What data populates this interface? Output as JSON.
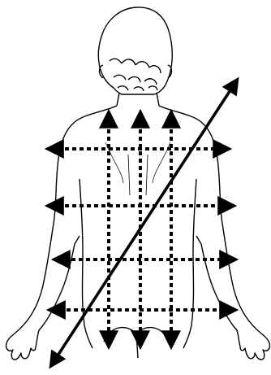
{
  "figure": {
    "subject": "back-view-human-figure",
    "colors": {
      "background": "#ffffff",
      "outline": "#000000",
      "arrows": "#000000"
    },
    "marks": {
      "horizontal_dotted_arrows": 4,
      "vertical_dotted_arrows": 3,
      "diagonal_solid_arrows": 1,
      "arrow_style_horizontal_vertical": "dotted-double-headed",
      "arrow_style_diagonal": "solid-double-headed"
    }
  }
}
